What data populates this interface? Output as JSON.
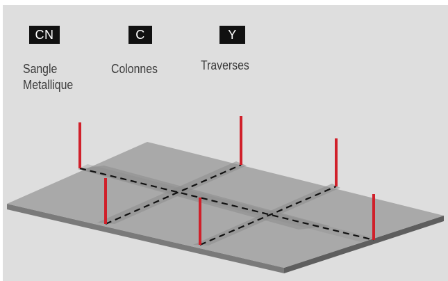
{
  "legend": {
    "items": [
      {
        "code": "CN",
        "label_line1": "Sangle",
        "label_line2": "Metallique"
      },
      {
        "code": "C",
        "label": "Colonnes"
      },
      {
        "code": "Y",
        "label": "Traverses"
      }
    ]
  },
  "colors": {
    "background": "#dedede",
    "slab_top": "#a9a9a9",
    "slab_front": "#5e5e5e",
    "slab_side": "#7a7a7a",
    "strip": "#8e8e8e",
    "column": "#d0202a",
    "dashed_line": "#111111",
    "badge_bg": "#111111",
    "badge_text": "#ffffff",
    "label_text": "#3a3a3a"
  }
}
